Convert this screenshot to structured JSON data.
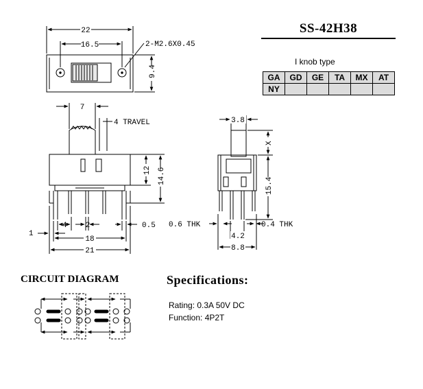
{
  "header": {
    "model": "SS-42H38"
  },
  "knob_table": {
    "caption": "I knob type",
    "rows": [
      [
        "GA",
        "GD",
        "GE",
        "TA",
        "MX",
        "AT"
      ],
      [
        "NY",
        "",
        "",
        "",
        "",
        ""
      ]
    ]
  },
  "drawing": {
    "top_view": {
      "overall": "22",
      "holes": "16.5",
      "height": "9.4",
      "hole_note": "2-M2.6X0.45"
    },
    "front_view": {
      "knob_width": "7",
      "travel": "4 TRAVEL",
      "body_h": "12",
      "total_h": "14.6",
      "pin_left": "4",
      "pin_mid": "2",
      "pin_right": "0.5",
      "lead_l": "1",
      "span": "18",
      "overall": "21"
    },
    "side_view": {
      "knob_w": "3.8",
      "x_label": "X",
      "height": "15.4",
      "thk_l": "0.6 THK",
      "thk_r": "0.4 THK",
      "pin_sp": "4.2",
      "overall": "8.8"
    }
  },
  "circuit": {
    "title": "CIRCUIT DIAGRAM"
  },
  "specs": {
    "title": "Specifications:",
    "rating": "Rating: 0.3A 50V DC",
    "function": "Function: 4P2T"
  }
}
